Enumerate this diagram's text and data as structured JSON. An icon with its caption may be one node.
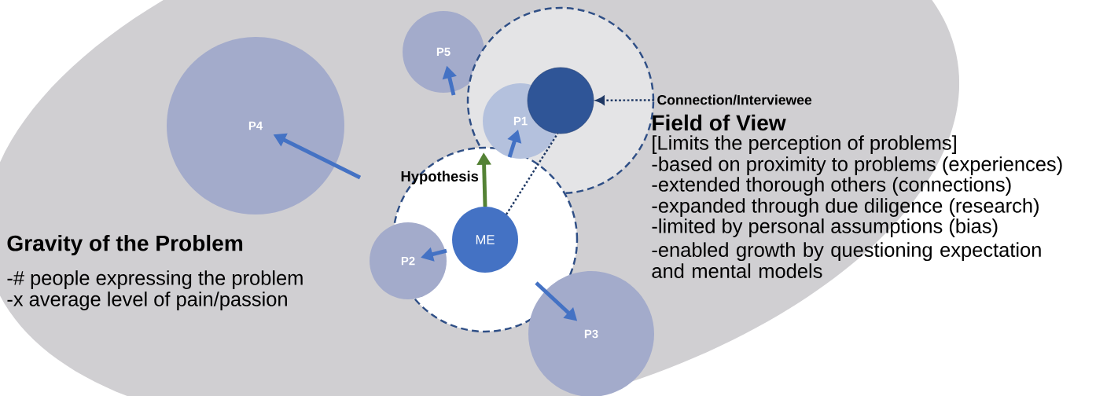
{
  "diagram": {
    "nodes": [
      {
        "text": [],
        "shape": "circle"
      },
      {
        "text": [],
        "shape": "circle"
      },
      {
        "text": [
          "ME"
        ],
        "in": 0
      },
      {
        "text": [],
        "shape": "circle",
        "in": 1
      },
      {
        "text": [
          "P1"
        ],
        "in": 1
      },
      {
        "text": [
          "P2"
        ]
      },
      {
        "text": [
          "P3"
        ]
      },
      {
        "text": [
          "P4"
        ]
      },
      {
        "text": [
          "P5"
        ]
      },
      {
        "text": [
          "Connection/Interviewee"
        ]
      }
    ],
    "edges": [
      {
        "from": 2,
        "to": 1,
        "arrow": "to",
        "label": "Hypothesis",
        "color": "#548235"
      },
      {
        "from": 2,
        "to": 3,
        "arrow": "none",
        "style": "dashed",
        "color": "#1f3864"
      },
      {
        "from": 9,
        "to": 3,
        "arrow": "to",
        "style": "dashed",
        "color": "#1f3864"
      },
      {
        "from": null,
        "to": 4,
        "arrow": "to"
      },
      {
        "from": null,
        "to": 5,
        "arrow": "to"
      },
      {
        "from": null,
        "to": 6,
        "arrow": "to"
      },
      {
        "from": null,
        "to": 7,
        "arrow": "to"
      },
      {
        "from": null,
        "to": 8,
        "arrow": "to"
      }
    ],
    "labels": [
      "Field of View",
      "[Limits the perception of problems]",
      "-based on proximity to problems (experiences)",
      "-extended thorough others (connections)",
      "-expanded through due diligence (research)",
      "-limited by personal assumptions (bias)",
      "-enabled growth by questioning expectation and mental models",
      "Gravity of the Problem",
      "-# people expressing the problem",
      "-x average level of pain/passion"
    ]
  }
}
